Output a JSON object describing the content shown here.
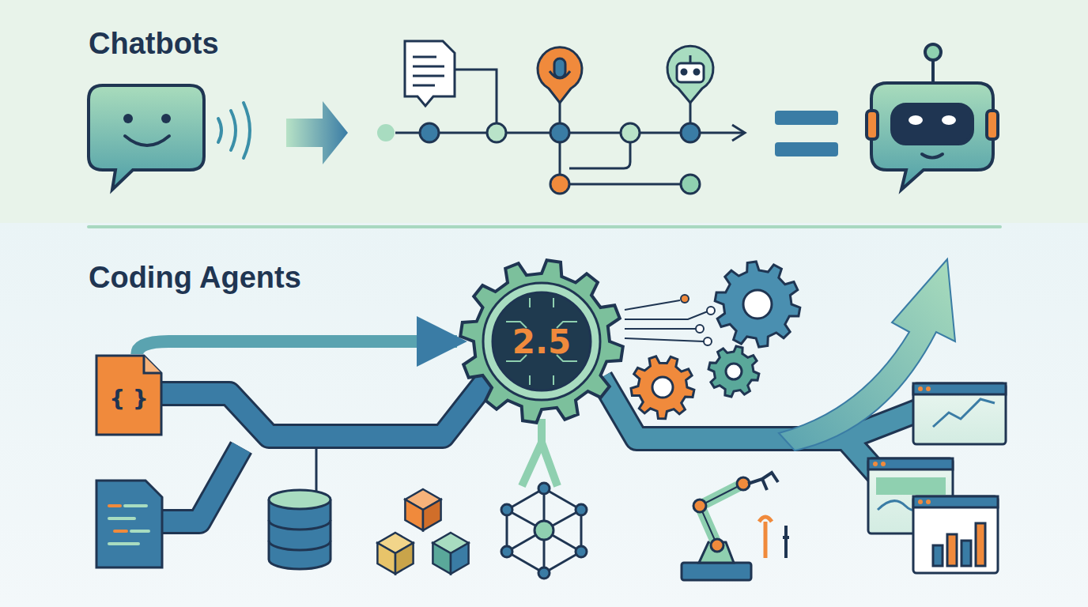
{
  "diagram": {
    "nodes": [
      {
        "text": [
          "Chatbots"
        ]
      },
      {
        "text": [
          "Coding Agents"
        ]
      },
      {
        "text": [
          "2.5"
        ],
        "in": 1
      },
      {
        "text": [
          "{ }"
        ],
        "in": 1
      }
    ],
    "edges": [
      {
        "from": 3,
        "to": 2,
        "arrow": "to"
      }
    ]
  }
}
